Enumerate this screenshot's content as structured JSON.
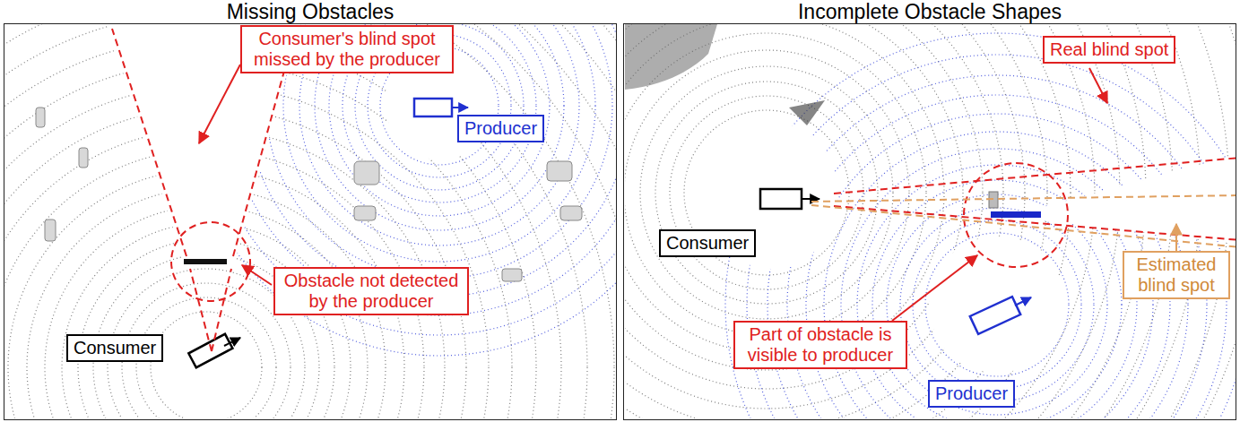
{
  "diagram": {
    "nodes": [
      {
        "text": [
          "Missing Obstacles"
        ]
      },
      {
        "text": [
          "Consumer's blind spot missed by the producer"
        ],
        "in": 0
      },
      {
        "text": [
          "Producer"
        ],
        "in": 0
      },
      {
        "text": [
          "Obstacle not detected by the producer"
        ],
        "in": 0
      },
      {
        "text": [
          "Consumer"
        ],
        "in": 0
      },
      {
        "text": [
          "Incomplete Obstacle Shapes"
        ]
      },
      {
        "text": [
          "Real blind spot"
        ],
        "in": 5
      },
      {
        "text": [
          "Consumer"
        ],
        "in": 5
      },
      {
        "text": [
          "Part of obstacle is visible to producer"
        ],
        "in": 5
      },
      {
        "text": [
          "Estimated blind spot"
        ],
        "in": 5
      },
      {
        "text": [
          "Producer"
        ],
        "in": 5
      }
    ]
  }
}
